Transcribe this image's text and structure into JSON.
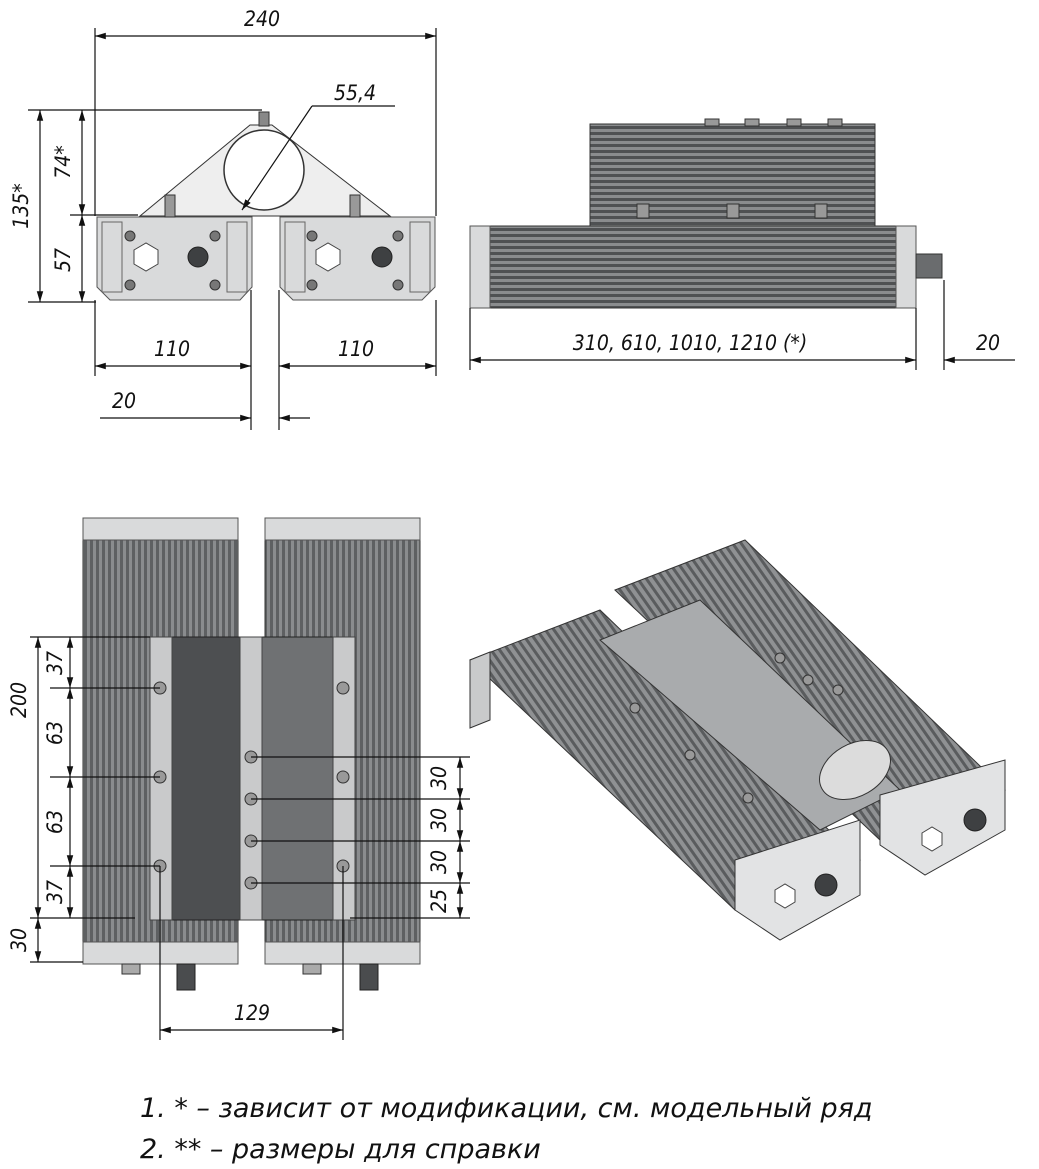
{
  "dimensions": {
    "front": {
      "total_width": "240",
      "pipe_diameter": "55,4",
      "total_height": "135*",
      "mount_height": "74*",
      "module_height": "57",
      "module_width_left": "110",
      "module_width_right": "110",
      "gap": "20"
    },
    "side": {
      "length": "310, 610, 1010, 1210 (*)",
      "gland": "20"
    },
    "bottom": {
      "spacing_200": "200",
      "left_37_top": "37",
      "left_63_a": "63",
      "left_63_b": "63",
      "left_37_bottom": "37",
      "left_30": "30",
      "right_30_a": "30",
      "right_30_b": "30",
      "right_30_c": "30",
      "right_25": "25",
      "width_129": "129"
    }
  },
  "notes": [
    "1.  * – зависит от модификации, см. модельный ряд",
    "2.  ** – размеры для справки"
  ],
  "colors": {
    "line": "#111111",
    "metal_light": "#d9dadb",
    "metal_mid": "#8d8f91",
    "metal_dark": "#5c5e60"
  }
}
